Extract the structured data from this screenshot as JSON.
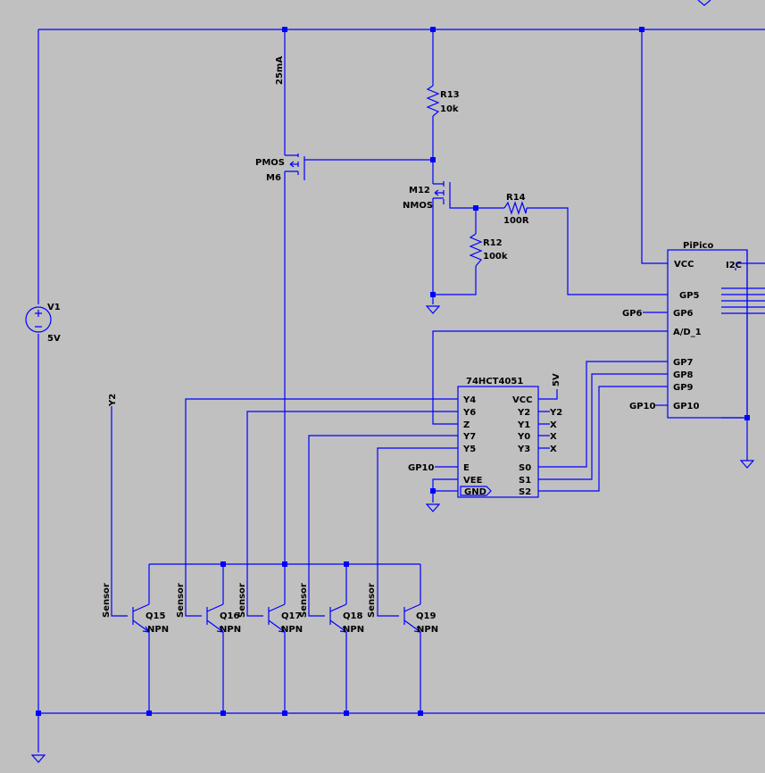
{
  "colors": {
    "background": "#c0c0c0",
    "wire": "#0000ff",
    "text": "#000000"
  },
  "labels": {
    "v1_name": "V1",
    "v1_value": "5V",
    "current": "25mA",
    "r13_name": "R13",
    "r13_value": "10k",
    "m6_type": "PMOS",
    "m6_name": "M6",
    "m12_name": "M12",
    "m12_type": "NMOS",
    "r14_name": "R14",
    "r14_value": "100R",
    "r12_name": "R12",
    "r12_value": "100k",
    "y2_net": "Y2",
    "sensor": "Sensor",
    "npn": "NPN",
    "q15": "Q15",
    "q16": "Q16",
    "q17": "Q17",
    "q18": "Q18",
    "q19": "Q19"
  },
  "mux": {
    "name": "74HCT4051",
    "vcc_net": "5V",
    "e_net": "GP10",
    "left_pins": [
      "Y4",
      "Y6",
      "Z",
      "Y7",
      "Y5",
      "E",
      "VEE",
      "GND"
    ],
    "right_pins": [
      "VCC",
      "Y2",
      "Y1",
      "Y0",
      "Y3",
      "S0",
      "S1",
      "S2"
    ],
    "right_nets": [
      "Y2",
      "X",
      "X",
      "X"
    ]
  },
  "pico": {
    "name": "PiPico",
    "pins": [
      "VCC",
      "GP5",
      "GP6",
      "A/D_1",
      "GP7",
      "GP8",
      "GP9",
      "GP10"
    ],
    "i2c": "I2C",
    "gp6_net": "GP6",
    "gp10_net": "GP10"
  }
}
